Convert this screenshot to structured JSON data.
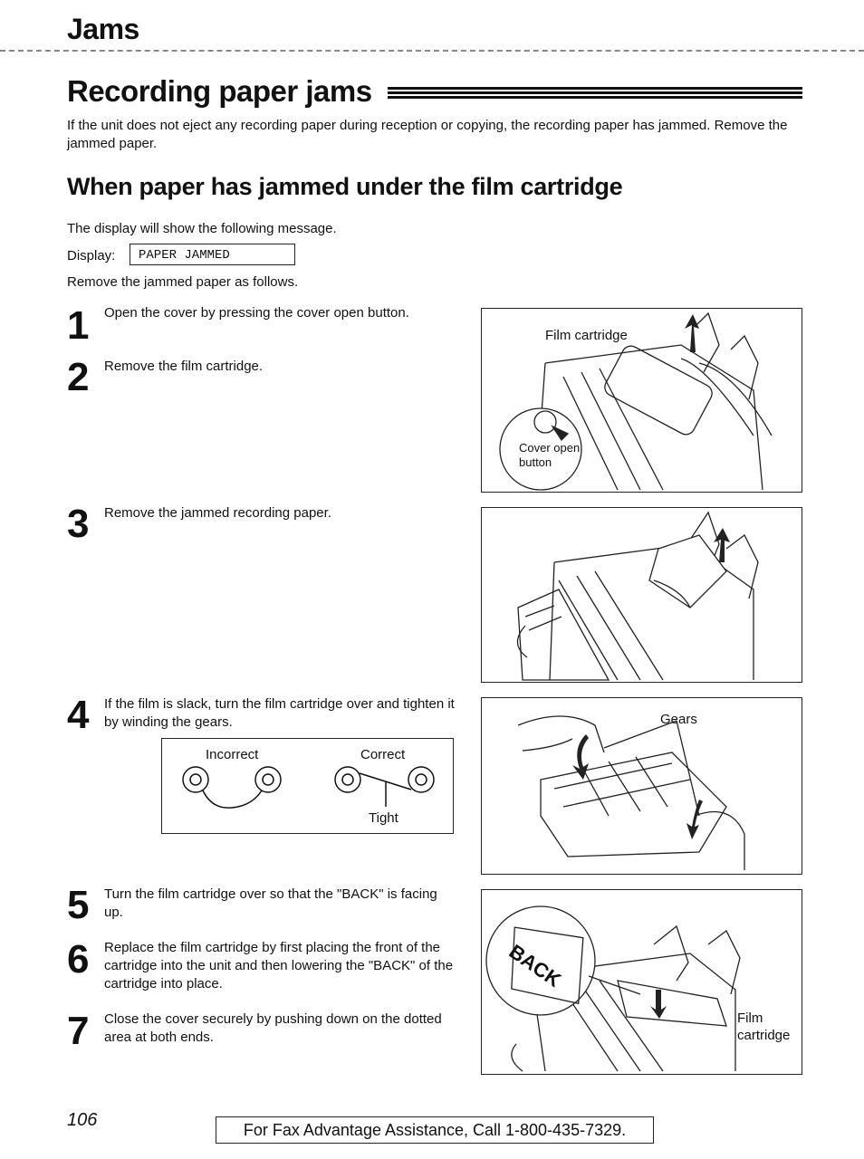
{
  "section_title": "Jams",
  "page_title": "Recording paper jams",
  "intro": "If the unit does not eject any recording paper during reception or copying, the recording paper has jammed. Remove the jammed paper.",
  "subheading": "When paper has jammed under the film cartridge",
  "display_intro": "The display will show the following message.",
  "display_label": "Display:",
  "display_message": "PAPER JAMMED",
  "remove_intro": "Remove the jammed paper as follows.",
  "steps": [
    {
      "num": "1",
      "text": "Open the cover by pressing the cover open button."
    },
    {
      "num": "2",
      "text": "Remove the film cartridge."
    },
    {
      "num": "3",
      "text": "Remove the jammed recording paper."
    },
    {
      "num": "4",
      "text": "If the film is slack, turn the film cartridge over and tighten it by winding the gears."
    },
    {
      "num": "5",
      "text": "Turn the film cartridge over so that the \"BACK\" is facing up."
    },
    {
      "num": "6",
      "text": "Replace the film cartridge by first placing the front of the cartridge into the unit and then lowering the \"BACK\" of the cartridge into place."
    },
    {
      "num": "7",
      "text": "Close the cover securely by pushing down on the dotted area at both ends."
    }
  ],
  "figure1": {
    "film_cartridge": "Film cartridge",
    "cover_open_button": "Cover open button"
  },
  "figure3": {
    "gears": "Gears"
  },
  "figure4": {
    "back": "BACK",
    "film_cartridge": "Film cartridge"
  },
  "film_diagram": {
    "incorrect": "Incorrect",
    "correct": "Correct",
    "tight": "Tight"
  },
  "footer": {
    "page_number": "106",
    "assistance": "For Fax Advantage Assistance, Call 1-800-435-7329."
  }
}
